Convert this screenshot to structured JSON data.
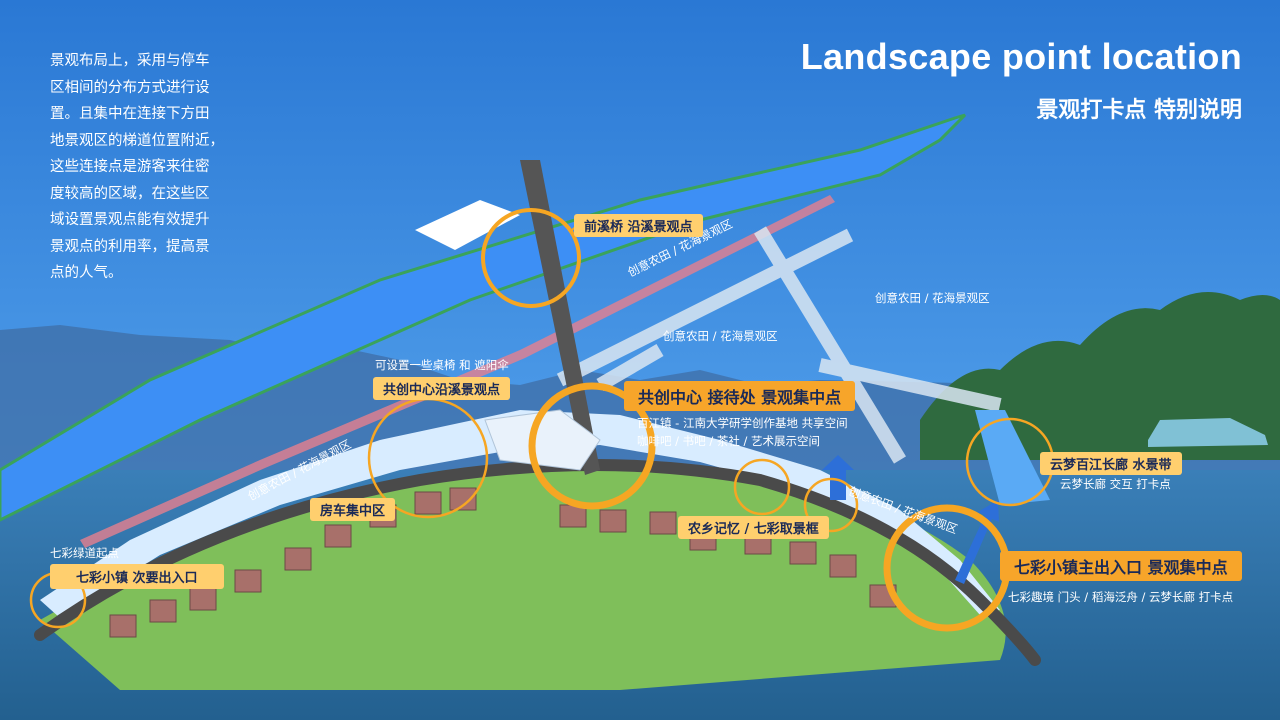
{
  "header": {
    "title_en": "Landscape point location",
    "title_cn": "景观打卡点 特别说明"
  },
  "intro_lines": [
    "景观布局上，采用与停车",
    "区相间的分布方式进行设",
    "置。且集中在连接下方田",
    "地景观区的梯道位置附近，",
    "这些连接点是游客来往密",
    "度较高的区域，在这些区",
    "域设置景观点能有效提升",
    "景观点的利用率，提高景",
    "点的人气。"
  ],
  "zones": {
    "farmland": "创意农田 / 花海景观区",
    "farmland_partial": "创意农田 / 花海景观区"
  },
  "spots": {
    "qianxi_bridge": "前溪桥 沿溪景观点",
    "gongchuang_creek": "共创中心沿溪景观点",
    "gongchuang_note": "可设置一些桌椅 和 遮阳伞",
    "gongchuang_center": "共创中心 接待处 景观集中点",
    "gongchuang_desc_1": "百江镇 - 江南大学研学创作基地 共享空间",
    "gongchuang_desc_2": "咖啡吧 / 书吧 / 茶社 / 艺术展示空间",
    "rv_zone": "房车集中区",
    "nongxiang": "农乡记忆 / 七彩取景框",
    "yunmeng": "云梦百江长廊 水景带",
    "yunmeng_desc": "云梦长廊 交互 打卡点",
    "main_entrance": "七彩小镇主出入口 景观集中点",
    "main_entrance_desc": "七彩趣境 门头 / 稻海泛舟 / 云梦长廊 打卡点",
    "greenway_start": "七彩绿道起点",
    "secondary_entrance": "七彩小镇 次要出入口"
  },
  "colors": {
    "sky": "#2f7fd6",
    "river": "#3d8ff5",
    "lake": "#2b6fa8",
    "marker_ring": "#f6a623",
    "pill": "#ffcf6e",
    "pill_big": "#f7a52a",
    "road": "#4a4a4a",
    "lawn": "#7fbf5a"
  }
}
